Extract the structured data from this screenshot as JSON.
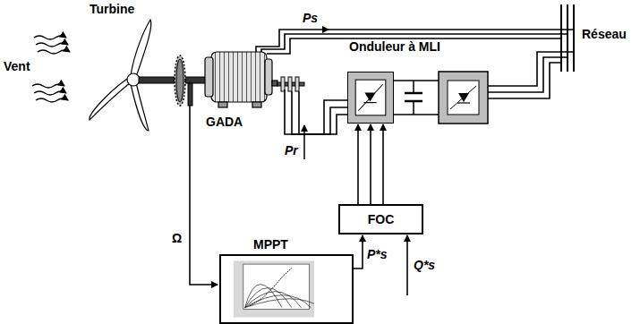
{
  "diagram": {
    "nodes": [
      {
        "text": [
          "GADA"
        ]
      },
      {
        "text": [
          "Onduleur à MLI"
        ]
      },
      {
        "text": [
          "FOC"
        ]
      },
      {
        "text": [
          "MPPT"
        ]
      }
    ],
    "edges": [
      {
        "from": 0,
        "to": 1,
        "arrow": "none"
      },
      {
        "from": 2,
        "to": 1,
        "arrow": "to"
      },
      {
        "from": 3,
        "to": 2,
        "arrow": "to",
        "label": "P*s"
      }
    ],
    "labels": [
      "Vent",
      "Turbine",
      "Ps",
      "Pr",
      "Ω",
      "Q*s",
      "Réseau"
    ]
  }
}
